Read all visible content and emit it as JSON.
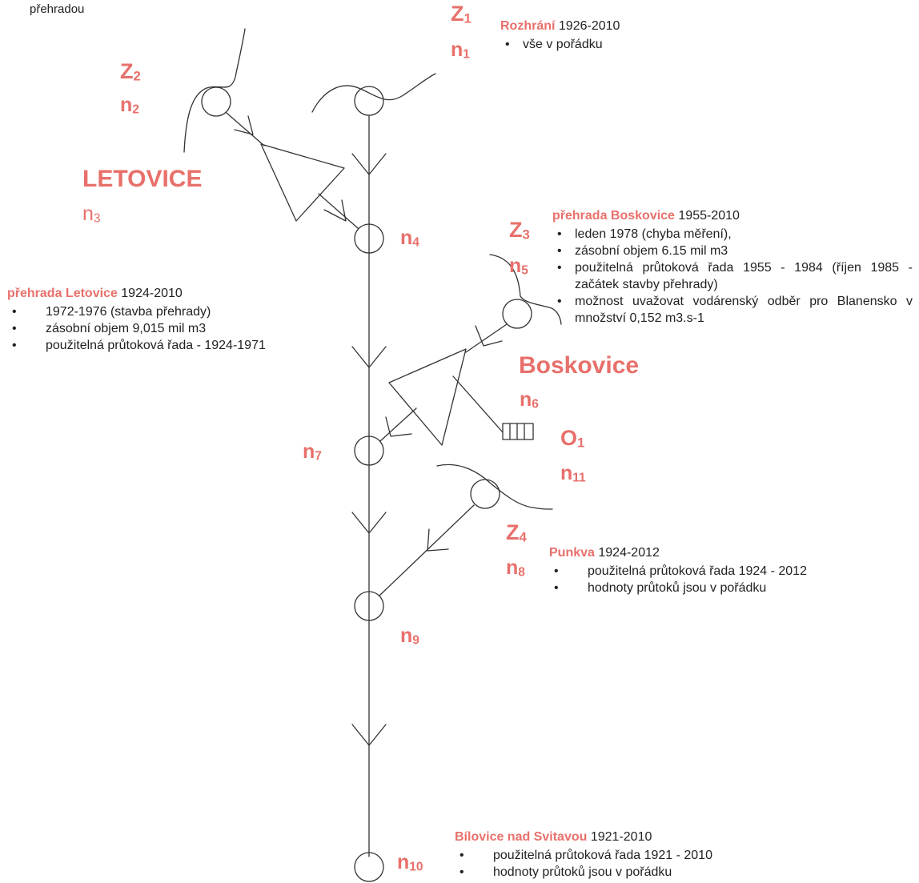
{
  "corner_text": "přehradou",
  "labels": {
    "z1": {
      "base": "Z",
      "sub": "1"
    },
    "n1": {
      "base": "n",
      "sub": "1"
    },
    "z2": {
      "base": "Z",
      "sub": "2"
    },
    "n2": {
      "base": "n",
      "sub": "2"
    },
    "letovice": "LETOVICE",
    "n3": {
      "base": "n",
      "sub": "3"
    },
    "n4": {
      "base": "n",
      "sub": "4"
    },
    "z3": {
      "base": "Z",
      "sub": "3"
    },
    "n5": {
      "base": "n",
      "sub": "5"
    },
    "boskovice": "Boskovice",
    "n6": {
      "base": "n",
      "sub": "6"
    },
    "o1": {
      "base": "O",
      "sub": "1"
    },
    "n11": {
      "base": "n",
      "sub": "11"
    },
    "n7": {
      "base": "n",
      "sub": "7"
    },
    "z4": {
      "base": "Z",
      "sub": "4"
    },
    "n8": {
      "base": "n",
      "sub": "8"
    },
    "n9": {
      "base": "n",
      "sub": "9"
    },
    "n10": {
      "base": "n",
      "sub": "10"
    }
  },
  "info": {
    "rozhrani": {
      "name": "Rozhrání",
      "years": "1926-2010",
      "items": [
        "vše v pořádku"
      ]
    },
    "boskovice": {
      "name": "přehrada Boskovice",
      "years": "1955-2010",
      "items": [
        "leden 1978 (chyba měření),",
        "zásobní objem 6.15 mil m3",
        "použitelná průtoková řada 1955 - 1984 (říjen 1985 - začátek stavby přehrady)",
        "možnost uvažovat vodárenský odběr pro Blanensko v množství 0,152 m3.s-1"
      ]
    },
    "letovice": {
      "name": "přehrada Letovice",
      "years": "1924-2010",
      "items": [
        "1972-1976 (stavba přehrady)",
        "zásobní objem 9,015 mil m3",
        "použitelná průtoková řada - 1924-1971"
      ]
    },
    "punkva": {
      "name": "Punkva",
      "years": "1924-2012",
      "items": [
        "použitelná průtoková řada 1924 - 2012",
        "hodnoty průtoků jsou v pořádku"
      ]
    },
    "bilovice": {
      "name": "Bílovice nad Svitavou",
      "years": "1921-2010",
      "items": [
        "použitelná průtoková řada 1921 - 2010",
        "hodnoty průtoků jsou v pořádku"
      ]
    }
  },
  "colors": {
    "label": "#e8706b",
    "line": "#333333"
  }
}
